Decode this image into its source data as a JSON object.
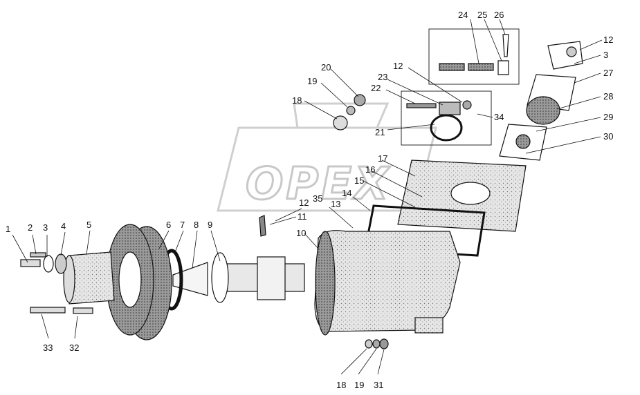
{
  "watermark": {
    "text": "OPEX"
  },
  "callouts": [
    "1",
    "2",
    "3",
    "4",
    "5",
    "6",
    "7",
    "8",
    "9",
    "10",
    "11",
    "12",
    "12",
    "12",
    "13",
    "14",
    "15",
    "16",
    "17",
    "18",
    "18",
    "19",
    "19",
    "20",
    "21",
    "22",
    "23",
    "24",
    "25",
    "26",
    "27",
    "28",
    "29",
    "30",
    "31",
    "32",
    "33",
    "34",
    "35",
    "3"
  ],
  "colors": {
    "ink": "#111111",
    "fill": "#d9d9d9",
    "watermark": "#c8c8c8"
  }
}
